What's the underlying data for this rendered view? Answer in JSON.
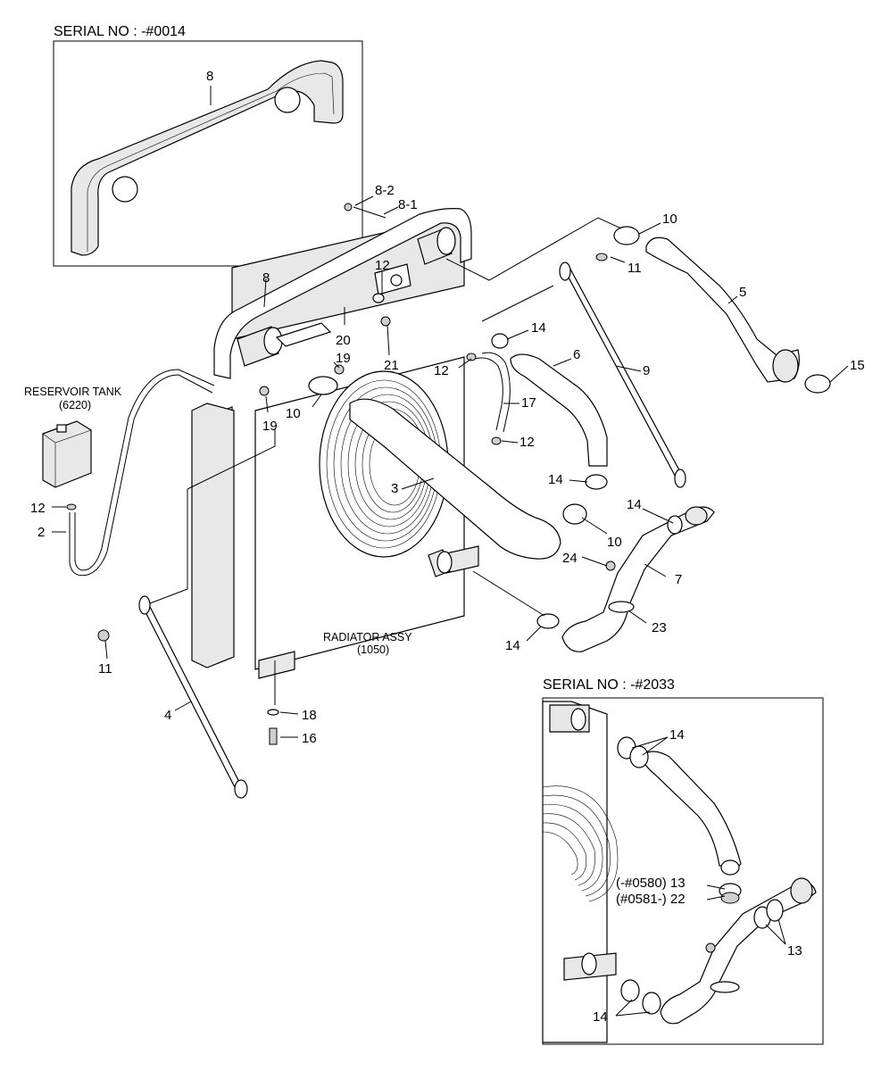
{
  "inset_top": {
    "title": "SERIAL NO : -#0014",
    "callout": "8"
  },
  "inset_bottom": {
    "title": "SERIAL NO : -#2033",
    "callouts": {
      "c14a": "14",
      "c13_note1": "(-#0580) 13",
      "c22_note2": "(#0581-) 22",
      "c13b": "13",
      "c14b": "14"
    }
  },
  "main": {
    "reservoir_title": "RESERVOIR TANK",
    "reservoir_code": "(6220)",
    "radiator_title": "RADIATOR ASSY",
    "radiator_code": "(1050)",
    "callouts": {
      "c8_2": "8-2",
      "c8_1": "8-1",
      "c8": "8",
      "c12a": "12",
      "c10a": "10",
      "c11a": "11",
      "c5": "5",
      "c15": "15",
      "c20": "20",
      "c19a": "19",
      "c21": "21",
      "c14a": "14",
      "c6": "6",
      "c9": "9",
      "c12b": "12",
      "c17": "17",
      "c10b": "10",
      "c19b": "19",
      "c12c": "12",
      "c14b": "14",
      "c3": "3",
      "c14c": "14",
      "c10c": "10",
      "c12d": "12",
      "c2": "2",
      "c24": "24",
      "c7": "7",
      "c23": "23",
      "c14d": "14",
      "c11b": "11",
      "c4": "4",
      "c18": "18",
      "c16": "16"
    }
  }
}
